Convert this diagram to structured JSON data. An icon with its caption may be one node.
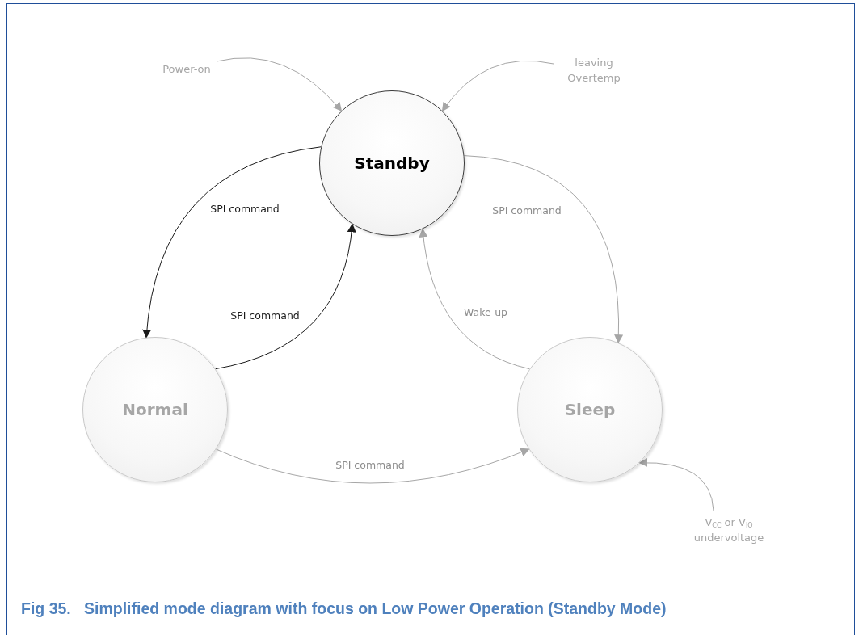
{
  "diagram": {
    "caption": "Fig 35.   Simplified mode diagram with focus on Low Power Operation (Standby Mode)",
    "nodes": [
      {
        "text": [
          "Standby"
        ]
      },
      {
        "text": [
          "Normal"
        ]
      },
      {
        "text": [
          "Sleep"
        ]
      },
      {
        "text": [
          "Power-on"
        ]
      },
      {
        "text": [
          "leaving Overtemp"
        ]
      },
      {
        "text": [
          "V$_{CC}$ or V$_{IO}$ undervoltage"
        ]
      }
    ],
    "edges": [
      {
        "from": 3,
        "to": 0,
        "arrow": "to"
      },
      {
        "from": 4,
        "to": 0,
        "arrow": "to"
      },
      {
        "from": 0,
        "to": 1,
        "arrow": "to",
        "label": "SPI command",
        "color": "#1a1a1a"
      },
      {
        "from": 1,
        "to": 0,
        "arrow": "to",
        "label": "SPI command",
        "color": "#1a1a1a"
      },
      {
        "from": 0,
        "to": 2,
        "arrow": "to",
        "label": "SPI command"
      },
      {
        "from": 2,
        "to": 0,
        "arrow": "to",
        "label": "Wake-up"
      },
      {
        "from": 1,
        "to": 2,
        "arrow": "to",
        "label": "SPI command"
      },
      {
        "from": 5,
        "to": 2,
        "arrow": "to"
      }
    ]
  }
}
